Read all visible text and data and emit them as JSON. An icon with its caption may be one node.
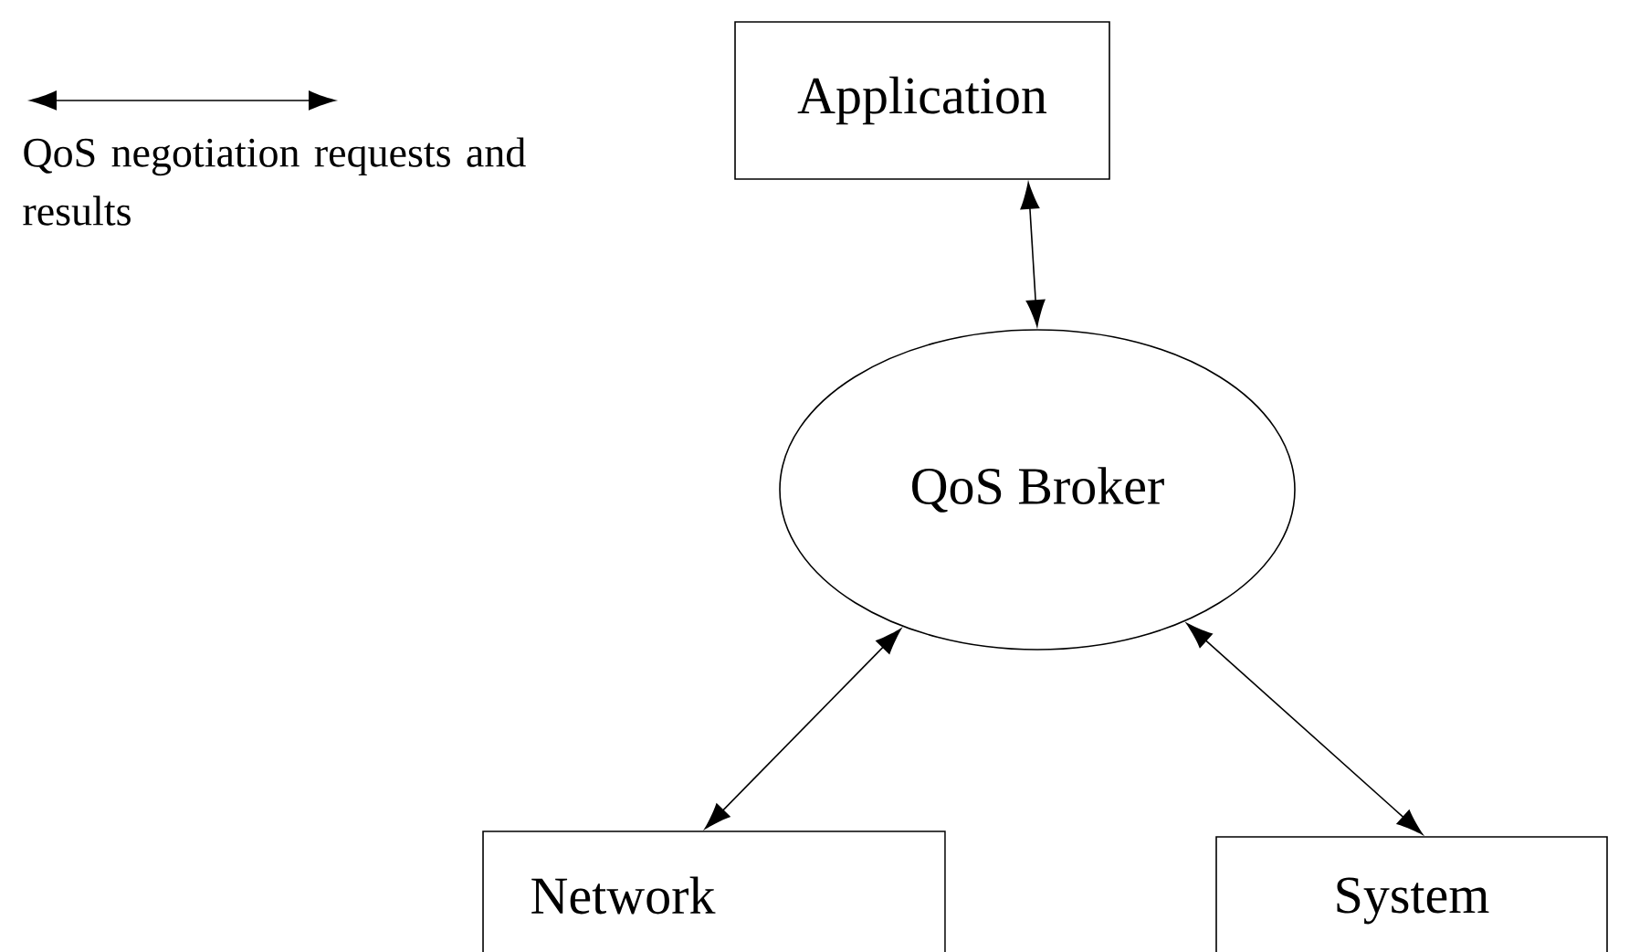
{
  "diagram": {
    "nodes": [
      {
        "text": [
          "Application"
        ]
      },
      {
        "text": [
          "QoS Broker"
        ]
      },
      {
        "text": [
          "Network"
        ]
      },
      {
        "text": [
          "System"
        ]
      }
    ],
    "edges": [
      {
        "from": 0,
        "to": 1,
        "arrow": "both"
      },
      {
        "from": 1,
        "to": 2,
        "arrow": "both"
      },
      {
        "from": 1,
        "to": 3,
        "arrow": "both"
      }
    ],
    "legend": [
      {
        "text": "QoS negotiation requests and results"
      }
    ]
  }
}
